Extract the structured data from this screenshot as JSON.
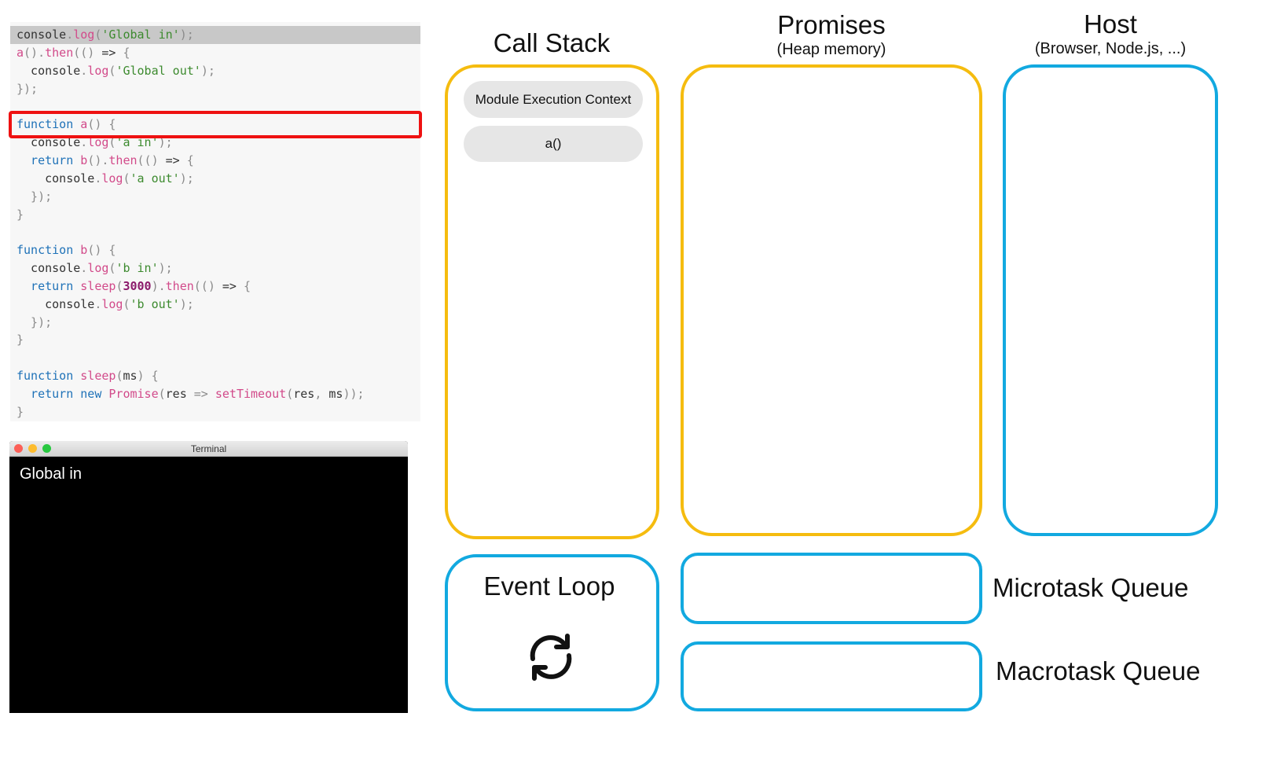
{
  "code": {
    "lines": [
      [
        {
          "t": "console",
          "c": "code"
        },
        {
          "t": ".",
          "c": "punct"
        },
        {
          "t": "log",
          "c": "method"
        },
        {
          "t": "(",
          "c": "punct"
        },
        {
          "t": "'Global in'",
          "c": "string"
        },
        {
          "t": ");",
          "c": "punct"
        }
      ],
      [
        {
          "t": "a",
          "c": "method"
        },
        {
          "t": "().",
          "c": "punct"
        },
        {
          "t": "then",
          "c": "method"
        },
        {
          "t": "(() ",
          "c": "punct"
        },
        {
          "t": "=>",
          "c": "code"
        },
        {
          "t": " {",
          "c": "punct"
        }
      ],
      [
        {
          "t": "  console",
          "c": "code"
        },
        {
          "t": ".",
          "c": "punct"
        },
        {
          "t": "log",
          "c": "method"
        },
        {
          "t": "(",
          "c": "punct"
        },
        {
          "t": "'Global out'",
          "c": "string"
        },
        {
          "t": ");",
          "c": "punct"
        }
      ],
      [
        {
          "t": "});",
          "c": "punct"
        }
      ],
      [],
      [
        {
          "t": "function ",
          "c": "keyword"
        },
        {
          "t": "a",
          "c": "method"
        },
        {
          "t": "() {",
          "c": "punct"
        }
      ],
      [
        {
          "t": "  console",
          "c": "code"
        },
        {
          "t": ".",
          "c": "punct"
        },
        {
          "t": "log",
          "c": "method"
        },
        {
          "t": "(",
          "c": "punct"
        },
        {
          "t": "'a in'",
          "c": "string"
        },
        {
          "t": ");",
          "c": "punct"
        }
      ],
      [
        {
          "t": "  return ",
          "c": "keyword"
        },
        {
          "t": "b",
          "c": "method"
        },
        {
          "t": "().",
          "c": "punct"
        },
        {
          "t": "then",
          "c": "method"
        },
        {
          "t": "(() ",
          "c": "punct"
        },
        {
          "t": "=>",
          "c": "code"
        },
        {
          "t": " {",
          "c": "punct"
        }
      ],
      [
        {
          "t": "    console",
          "c": "code"
        },
        {
          "t": ".",
          "c": "punct"
        },
        {
          "t": "log",
          "c": "method"
        },
        {
          "t": "(",
          "c": "punct"
        },
        {
          "t": "'a out'",
          "c": "string"
        },
        {
          "t": ");",
          "c": "punct"
        }
      ],
      [
        {
          "t": "  });",
          "c": "punct"
        }
      ],
      [
        {
          "t": "}",
          "c": "punct"
        }
      ],
      [],
      [
        {
          "t": "function ",
          "c": "keyword"
        },
        {
          "t": "b",
          "c": "method"
        },
        {
          "t": "() {",
          "c": "punct"
        }
      ],
      [
        {
          "t": "  console",
          "c": "code"
        },
        {
          "t": ".",
          "c": "punct"
        },
        {
          "t": "log",
          "c": "method"
        },
        {
          "t": "(",
          "c": "punct"
        },
        {
          "t": "'b in'",
          "c": "string"
        },
        {
          "t": ");",
          "c": "punct"
        }
      ],
      [
        {
          "t": "  return ",
          "c": "keyword"
        },
        {
          "t": "sleep",
          "c": "method"
        },
        {
          "t": "(",
          "c": "punct"
        },
        {
          "t": "3000",
          "c": "number"
        },
        {
          "t": ").",
          "c": "punct"
        },
        {
          "t": "then",
          "c": "method"
        },
        {
          "t": "(() ",
          "c": "punct"
        },
        {
          "t": "=>",
          "c": "code"
        },
        {
          "t": " {",
          "c": "punct"
        }
      ],
      [
        {
          "t": "    console",
          "c": "code"
        },
        {
          "t": ".",
          "c": "punct"
        },
        {
          "t": "log",
          "c": "method"
        },
        {
          "t": "(",
          "c": "punct"
        },
        {
          "t": "'b out'",
          "c": "string"
        },
        {
          "t": ");",
          "c": "punct"
        }
      ],
      [
        {
          "t": "  });",
          "c": "punct"
        }
      ],
      [
        {
          "t": "}",
          "c": "punct"
        }
      ],
      [],
      [
        {
          "t": "function ",
          "c": "keyword"
        },
        {
          "t": "sleep",
          "c": "method"
        },
        {
          "t": "(",
          "c": "punct"
        },
        {
          "t": "ms",
          "c": "code"
        },
        {
          "t": ") {",
          "c": "punct"
        }
      ],
      [
        {
          "t": "  return ",
          "c": "keyword"
        },
        {
          "t": "new ",
          "c": "keyword"
        },
        {
          "t": "Promise",
          "c": "method"
        },
        {
          "t": "(",
          "c": "punct"
        },
        {
          "t": "res ",
          "c": "code"
        },
        {
          "t": "=> ",
          "c": "punct"
        },
        {
          "t": "setTimeout",
          "c": "method"
        },
        {
          "t": "(",
          "c": "punct"
        },
        {
          "t": "res",
          "c": "code"
        },
        {
          "t": ", ",
          "c": "punct"
        },
        {
          "t": "ms",
          "c": "code"
        },
        {
          "t": "));",
          "c": "punct"
        }
      ],
      [
        {
          "t": "}",
          "c": "punct"
        }
      ]
    ],
    "current_line_index": 0,
    "highlighted_line_index": 5
  },
  "terminal": {
    "title": "Terminal",
    "output": "Global in"
  },
  "call_stack": {
    "title": "Call Stack",
    "frames": [
      "Module Execution Context",
      "a()"
    ]
  },
  "promises": {
    "title": "Promises",
    "subtitle": "(Heap memory)"
  },
  "host": {
    "title": "Host",
    "subtitle": "(Browser, Node.js, ...)"
  },
  "event_loop": {
    "title": "Event Loop",
    "icon": "refresh-cycle-icon"
  },
  "microtask_queue": {
    "label": "Microtask Queue"
  },
  "macrotask_queue": {
    "label": "Macrotask Queue"
  },
  "colors": {
    "yellow_border": "#f5bc0f",
    "blue_border": "#12a9e0",
    "highlight_red": "#ee1111"
  }
}
